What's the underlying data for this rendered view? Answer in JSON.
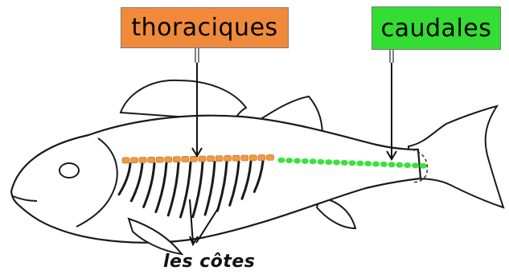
{
  "labels": {
    "thoracic": "thoraciques",
    "caudal": "caudales",
    "ribs": "les côtes"
  },
  "colors": {
    "thoracic": "#f08a3a",
    "caudal": "#33dd33",
    "thoracic_vertebrae": "#f19a3e",
    "caudal_vertebrae": "#3ce03c",
    "outline": "#1a1a1a"
  },
  "vertebrae": {
    "thoracic_count": 18,
    "caudal_count": 19
  },
  "ribs": {
    "count": 12
  }
}
